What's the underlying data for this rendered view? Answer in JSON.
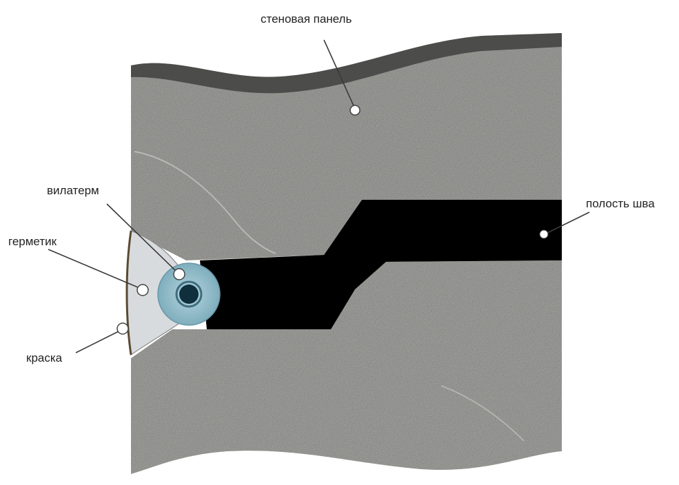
{
  "labels": {
    "wall_panel": "стеновая панель",
    "seam_cavity": "полость шва",
    "vilaterm": "вилатерм",
    "sealant": "герметик",
    "paint": "краска"
  },
  "colors": {
    "concrete": "#8d8d8b",
    "concrete_dark": "#4a4a48",
    "cavity": "#000000",
    "sealant": "#d9dcdf",
    "vilaterm": "#8fb8c6",
    "leader": "#3a3a3a"
  }
}
